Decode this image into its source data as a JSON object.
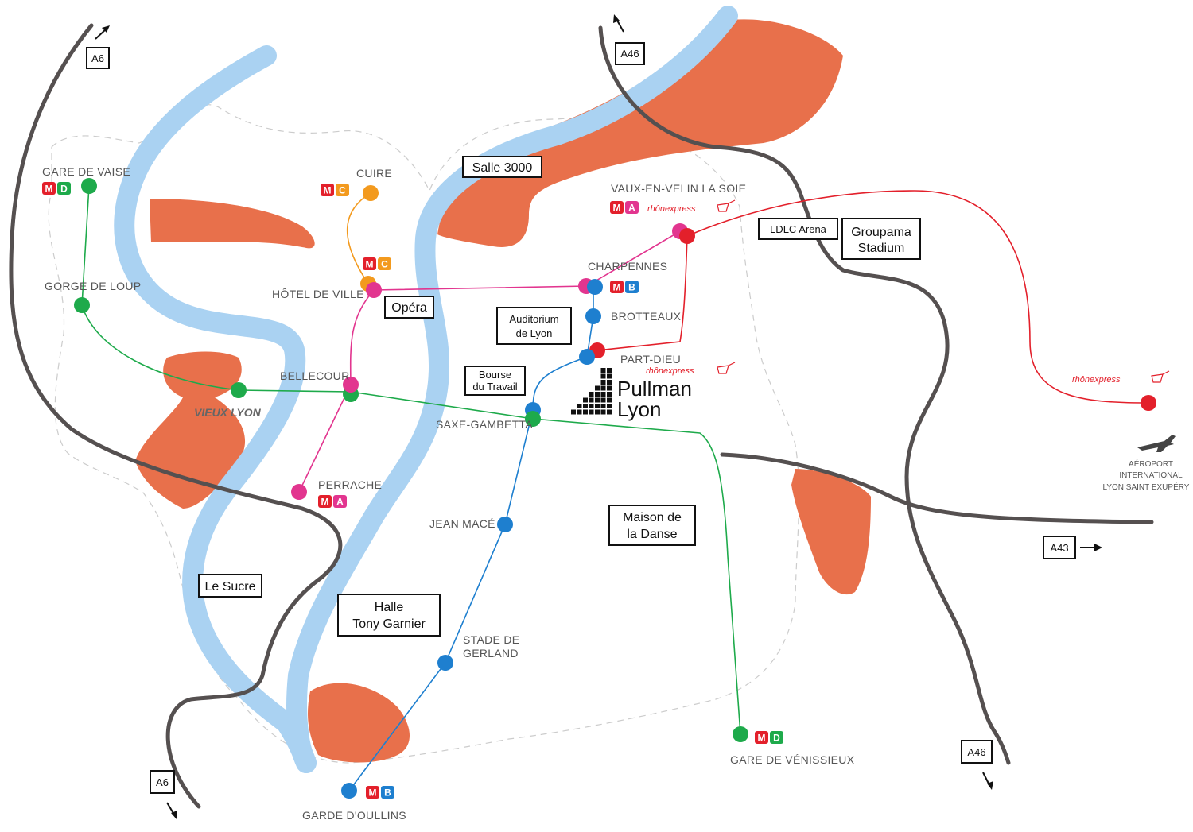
{
  "colors": {
    "river": "#aad2f2",
    "district": "#e8704b",
    "highway": "#555050",
    "line_a": "#e2358f",
    "line_b": "#1e7fcf",
    "line_c": "#f39a1e",
    "line_d": "#1eaa4b",
    "rhonexpress": "#e3202b",
    "boundary": "#cccccc"
  },
  "districts": {
    "vieux_lyon": "VIEUX LYON"
  },
  "stations": {
    "gare_de_vaise": "GARE DE VAISE",
    "gorge_de_loup": "GORGE DE LOUP",
    "cuire": "CUIRE",
    "hotel_de_ville": "HÔTEL DE VILLE",
    "bellecour": "BELLECOUR",
    "perrache": "PERRACHE",
    "charpennes": "CHARPENNES",
    "brotteaux": "BROTTEAUX",
    "part_dieu": "PART-DIEU",
    "vaulx_en_velin": "VAUX-EN-VELIN LA SOIE",
    "saxe_gambetta": "SAXE-GAMBETTA",
    "jean_mace": "JEAN MACÉ",
    "stade_de_gerland_1": "STADE DE",
    "stade_de_gerland_2": "GERLAND",
    "garde_doullins": "GARDE D'OULLINS",
    "gare_de_venissieux": "GARE DE VÉNISSIEUX"
  },
  "venues": {
    "salle_3000": "Salle 3000",
    "opera": "Opéra",
    "auditorium_1": "Auditorium",
    "auditorium_2": "de Lyon",
    "bourse_1": "Bourse",
    "bourse_2": "du Travail",
    "ldlc_arena": "LDLC Arena",
    "groupama_1": "Groupama",
    "groupama_2": "Stadium",
    "maison_danse_1": "Maison de",
    "maison_danse_2": "la Danse",
    "le_sucre": "Le Sucre",
    "halle_1": "Halle",
    "halle_2": "Tony Garnier"
  },
  "hotel": {
    "line1": "Pullman",
    "line2": "Lyon"
  },
  "roads": {
    "a6_north": "A6",
    "a6_south": "A6",
    "a46_north": "A46",
    "a46_south": "A46",
    "a43": "A43"
  },
  "badges": {
    "m": "M",
    "a": "A",
    "b": "B",
    "c": "C",
    "d": "D"
  },
  "rhonexpress": {
    "label": "rhônexpress"
  },
  "airport": {
    "line1": "AÉROPORT",
    "line2": "INTERNATIONAL",
    "line3": "LYON SAINT EXUPÉRY"
  }
}
